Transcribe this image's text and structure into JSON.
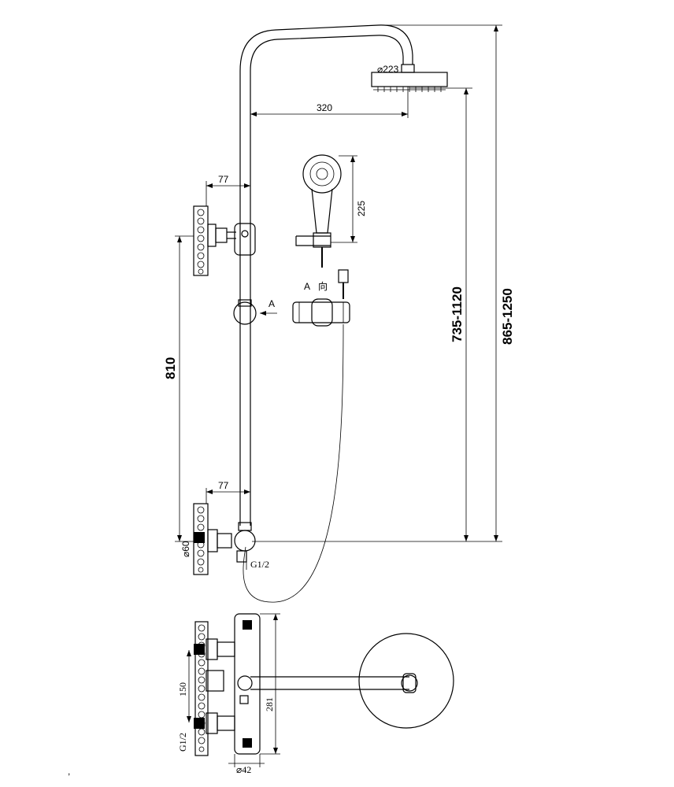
{
  "dimensions": {
    "head_diameter": "⌀223",
    "arm_reach": "320",
    "bracket_top_offset": "77",
    "bracket_bottom_offset": "77",
    "handshower_height": "225",
    "bracket_spacing": "810",
    "range_head": "735-1120",
    "range_total": "865-1250",
    "flange_diameter": "⌀60",
    "inlet_thread": "G1/2",
    "mixer_centers": "150",
    "mixer_height": "281",
    "mixer_inlet_thread": "G1/2",
    "mixer_body_diameter": "⌀42"
  },
  "annotations": {
    "view_arrow_label": "A",
    "view_marker_label": "A",
    "view_marker_direction": "向"
  }
}
